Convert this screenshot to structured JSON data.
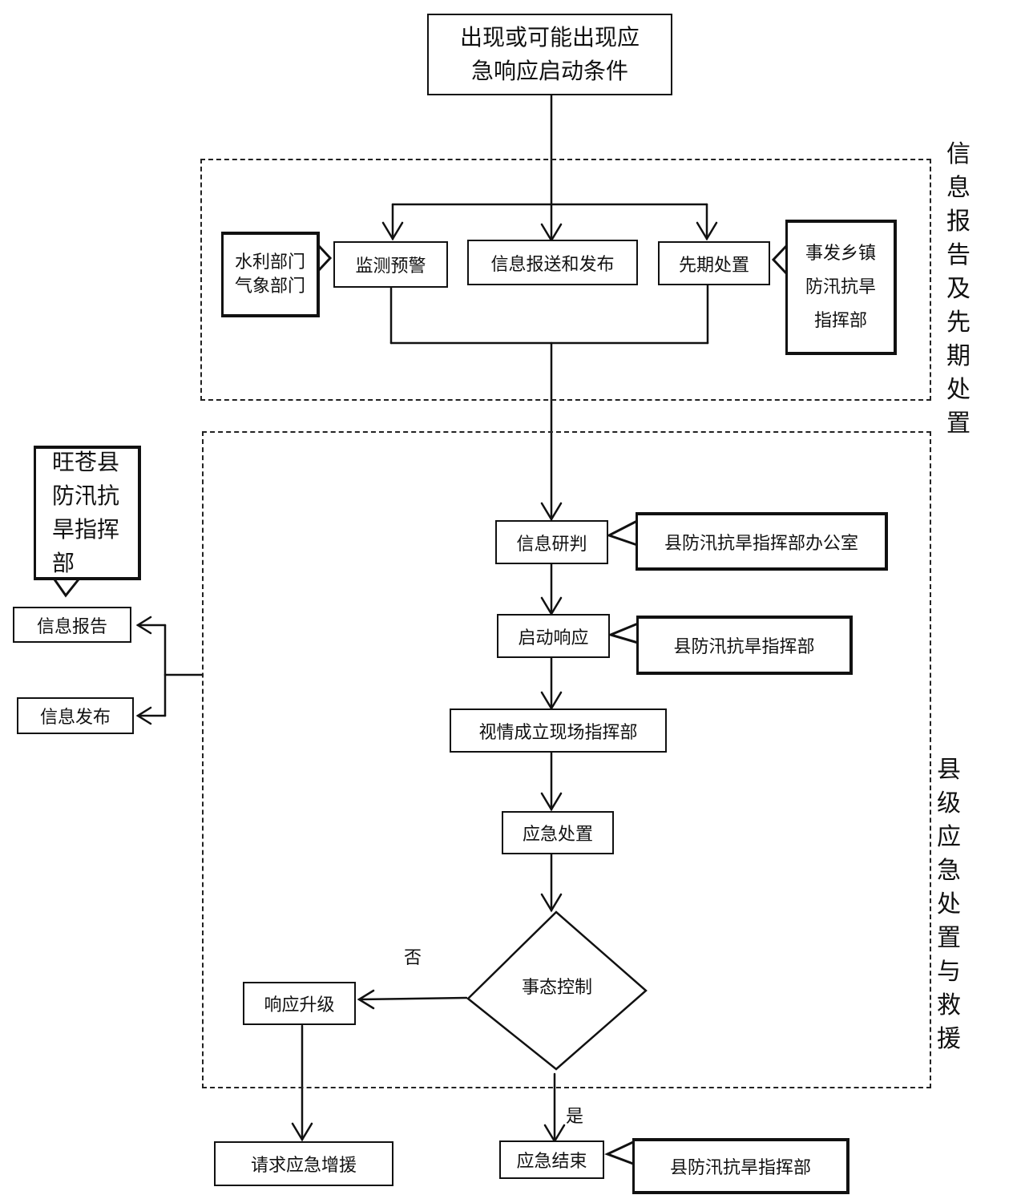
{
  "diagram": {
    "start": "出现或可能出现应\n急响应启动条件",
    "section1": {
      "label": "信息报告及先期处置",
      "nodes": {
        "monitoring": "监测预警",
        "info_report_publish": "信息报送和发布",
        "early_disposal": "先期处置"
      },
      "callouts": {
        "left": "水利部门\n气象部门",
        "right": "事发乡镇\n防汛抗旱\n指挥部"
      }
    },
    "section2": {
      "label": "县级应急处置与救援",
      "nodes": {
        "info_judgment": "信息研判",
        "start_response": "启动响应",
        "field_hq": "视情成立现场指挥部",
        "emergency_disposal": "应急处置",
        "decision": "事态控制",
        "upgrade": "响应升级"
      },
      "callouts": {
        "judgment": "县防汛抗旱指挥部办公室",
        "response": "县防汛抗旱指挥部"
      }
    },
    "side": {
      "callout": "旺苍县\n防汛抗\n旱指挥\n部",
      "info_report": "信息报告",
      "info_publish": "信息发布"
    },
    "end": {
      "request_support": "请求应急增援",
      "emergency_end": "应急结束",
      "end_callout": "县防汛抗旱指挥部"
    },
    "edge_labels": {
      "no": "否",
      "yes": "是"
    }
  }
}
